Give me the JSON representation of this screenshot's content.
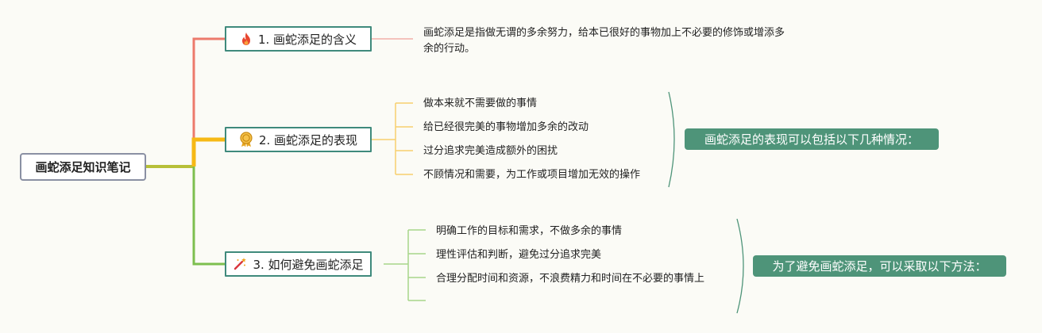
{
  "root": {
    "label": "画蛇添足知识笔记"
  },
  "branches": [
    {
      "label": "1. 画蛇添足的含义",
      "icon": "fire-icon",
      "color": "#ec7a6c",
      "leaves": [
        "画蛇添足是指做无谓的多余努力，给本已很好的事物加上不必要的修饰或增添多",
        "余的行动。"
      ]
    },
    {
      "label": "2. 画蛇添足的表现",
      "icon": "award-ribbon-icon",
      "color": "#f6b915",
      "leaves": [
        "做本来就不需要做的事情",
        "给已经很完美的事物增加多余的改动",
        "过分追求完美造成额外的困扰",
        "不顾情况和需要，为工作或项目增加无效的操作"
      ],
      "summary": "画蛇添足的表现可以包括以下几种情况："
    },
    {
      "label": "3. 如何避免画蛇添足",
      "icon": "magic-wand-icon",
      "color": "#7dbf4f",
      "leaves": [
        "明确工作的目标和需求，不做多余的事情",
        "理性评估和判断，避免过分追求完美",
        "合理分配时间和资源，不浪费精力和时间在不必要的事情上"
      ],
      "summary": "为了避免画蛇添足，可以采取以下方法："
    }
  ],
  "colors": {
    "node_border": "#3f8a7c",
    "summary_bg": "#4e9479",
    "root_border": "#8a90a3"
  }
}
